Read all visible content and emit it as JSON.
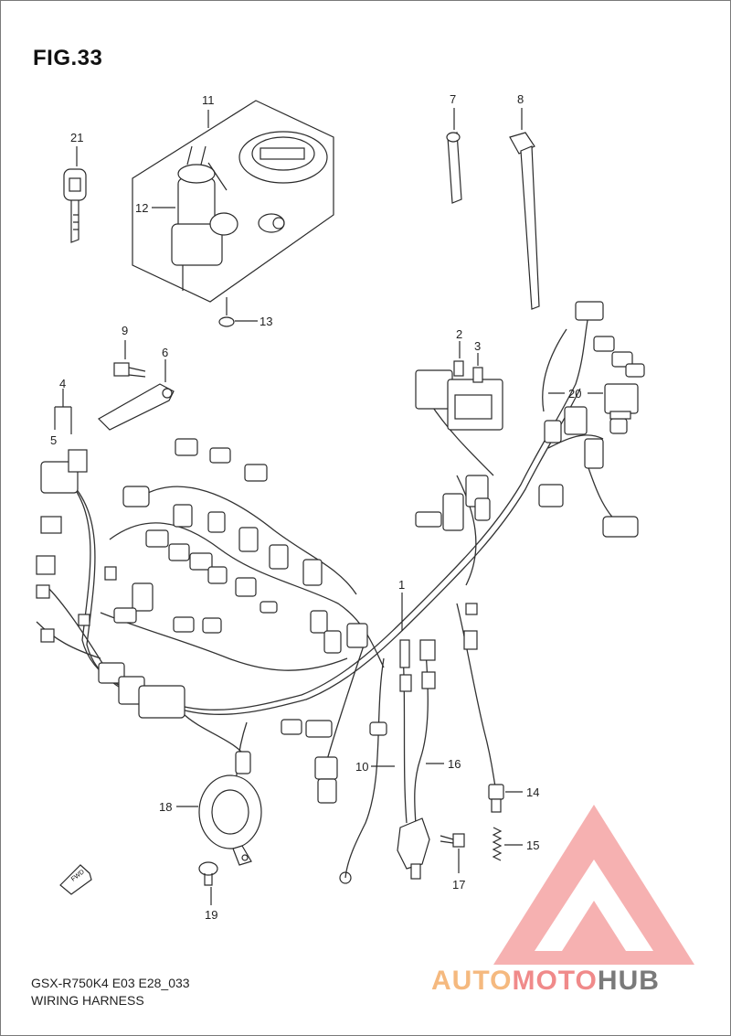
{
  "header": {
    "figure_title": "FIG.33"
  },
  "footer": {
    "model_code": "GSX-R750K4  E03  E28_033",
    "diagram_name": "WIRING HARNESS"
  },
  "direction_marker": {
    "label": "FWD"
  },
  "callouts": [
    {
      "key": "c1",
      "label": "1"
    },
    {
      "key": "c2",
      "label": "2"
    },
    {
      "key": "c3",
      "label": "3"
    },
    {
      "key": "c4",
      "label": "4"
    },
    {
      "key": "c5",
      "label": "5"
    },
    {
      "key": "c6",
      "label": "6"
    },
    {
      "key": "c7",
      "label": "7"
    },
    {
      "key": "c8",
      "label": "8"
    },
    {
      "key": "c9",
      "label": "9"
    },
    {
      "key": "c10",
      "label": "10"
    },
    {
      "key": "c11",
      "label": "11"
    },
    {
      "key": "c12",
      "label": "12"
    },
    {
      "key": "c13",
      "label": "13"
    },
    {
      "key": "c14",
      "label": "14"
    },
    {
      "key": "c15",
      "label": "15"
    },
    {
      "key": "c16",
      "label": "16"
    },
    {
      "key": "c17",
      "label": "17"
    },
    {
      "key": "c18",
      "label": "18"
    },
    {
      "key": "c19",
      "label": "19"
    },
    {
      "key": "c20",
      "label": "20"
    },
    {
      "key": "c21",
      "label": "21"
    }
  ],
  "watermark": {
    "part_a": "AUTO",
    "part_b": "MOTO",
    "part_c": "HUB",
    "color_a": "#f5b97f",
    "color_b": "#f08a8a",
    "color_c": "#7a7a7a"
  }
}
